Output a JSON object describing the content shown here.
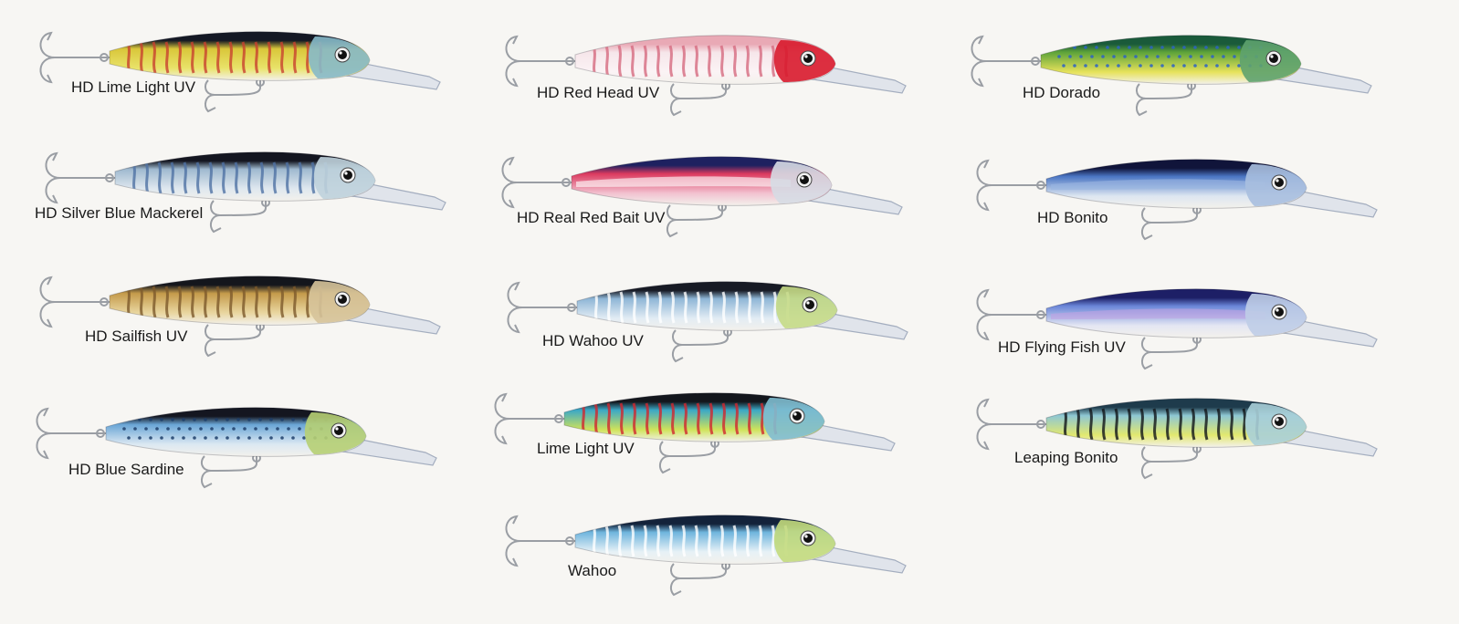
{
  "lures": [
    {
      "label": "HD Lime Light UV",
      "back": "#141824",
      "body": "#d9c63a",
      "belly": "#e9e36a",
      "accent": "#c8412e",
      "head": "#86b9c9",
      "pattern": "bars"
    },
    {
      "label": "HD Red Head UV",
      "back": "#e9a9b5",
      "body": "#f6e6ea",
      "belly": "#fbf3f5",
      "accent": "#d66a7f",
      "head": "#d81a2c",
      "pattern": "bars"
    },
    {
      "label": "HD Dorado",
      "back": "#1a5a3a",
      "body": "#5fa43a",
      "belly": "#e6e25a",
      "accent": "#2b62c6",
      "head": "#5ea26f",
      "pattern": "spots"
    },
    {
      "label": "HD Silver Blue Mackerel",
      "back": "#141620",
      "body": "#9fb9cf",
      "belly": "#dfe8ef",
      "accent": "#4f72a4",
      "head": "#bfd1dc",
      "pattern": "bars"
    },
    {
      "label": "HD Real Red Bait UV",
      "back": "#1e2160",
      "body": "#dc3a5f",
      "belly": "#f2c2d0",
      "accent": "#ffffff",
      "head": "#d6dce4",
      "pattern": "stripe"
    },
    {
      "label": "HD Bonito",
      "back": "#10143a",
      "body": "#4b76c4",
      "belly": "#dde6f1",
      "accent": "#9ab6e1",
      "head": "#a9bfdf",
      "pattern": "stripe"
    },
    {
      "label": "HD Sailfish UV",
      "back": "#14161c",
      "body": "#c49a4a",
      "belly": "#e9d69f",
      "accent": "#7d5a2c",
      "head": "#d6c39a",
      "pattern": "bars"
    },
    {
      "label": "HD Wahoo UV",
      "back": "#171a24",
      "body": "#8eb6d6",
      "belly": "#e2ecf4",
      "accent": "#ffffff",
      "head": "#c5da86",
      "pattern": "bars"
    },
    {
      "label": "HD Flying Fish UV",
      "back": "#1d1f66",
      "body": "#6a86d8",
      "belly": "#e4e6f3",
      "accent": "#c0a2e2",
      "head": "#bfcde7",
      "pattern": "stripe"
    },
    {
      "label": "HD Blue Sardine",
      "back": "#141620",
      "body": "#6aa6d6",
      "belly": "#dbe8f2",
      "accent": "#1d3e6a",
      "head": "#b6cf73",
      "pattern": "spots"
    },
    {
      "label": "Lime Light UV",
      "back": "#13161c",
      "body": "#3ba8c6",
      "belly": "#cfe35a",
      "accent": "#d1272e",
      "head": "#7fbcd0",
      "pattern": "bars"
    },
    {
      "label": "Leaping Bonito",
      "back": "#1e3b4c",
      "body": "#8ec7d3",
      "belly": "#e2e86f",
      "accent": "#101418",
      "head": "#a9cfd8",
      "pattern": "bars"
    },
    {
      "label": "Wahoo",
      "back": "#13223a",
      "body": "#6fb5dd",
      "belly": "#e6f1f6",
      "accent": "#ffffff",
      "head": "#c3da7d",
      "pattern": "bars"
    }
  ]
}
